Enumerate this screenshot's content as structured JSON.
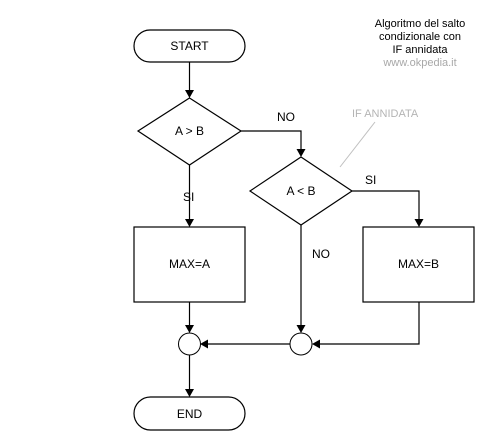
{
  "title": {
    "line1": "Algoritmo del salto",
    "line2": "condizionale con",
    "line3": "IF annidata"
  },
  "site": "www.okpedia.it",
  "annotation": {
    "text": "IF ANNIDATA",
    "color": "#b4b4b4"
  },
  "nodes": {
    "start": "START",
    "cond_outer": "A > B",
    "cond_inner": "A < B",
    "max_a": "MAX=A",
    "max_b": "MAX=B",
    "end": "END"
  },
  "edges": {
    "outer_yes": "SI",
    "outer_no": "NO",
    "inner_yes": "SI",
    "inner_no": "NO"
  }
}
